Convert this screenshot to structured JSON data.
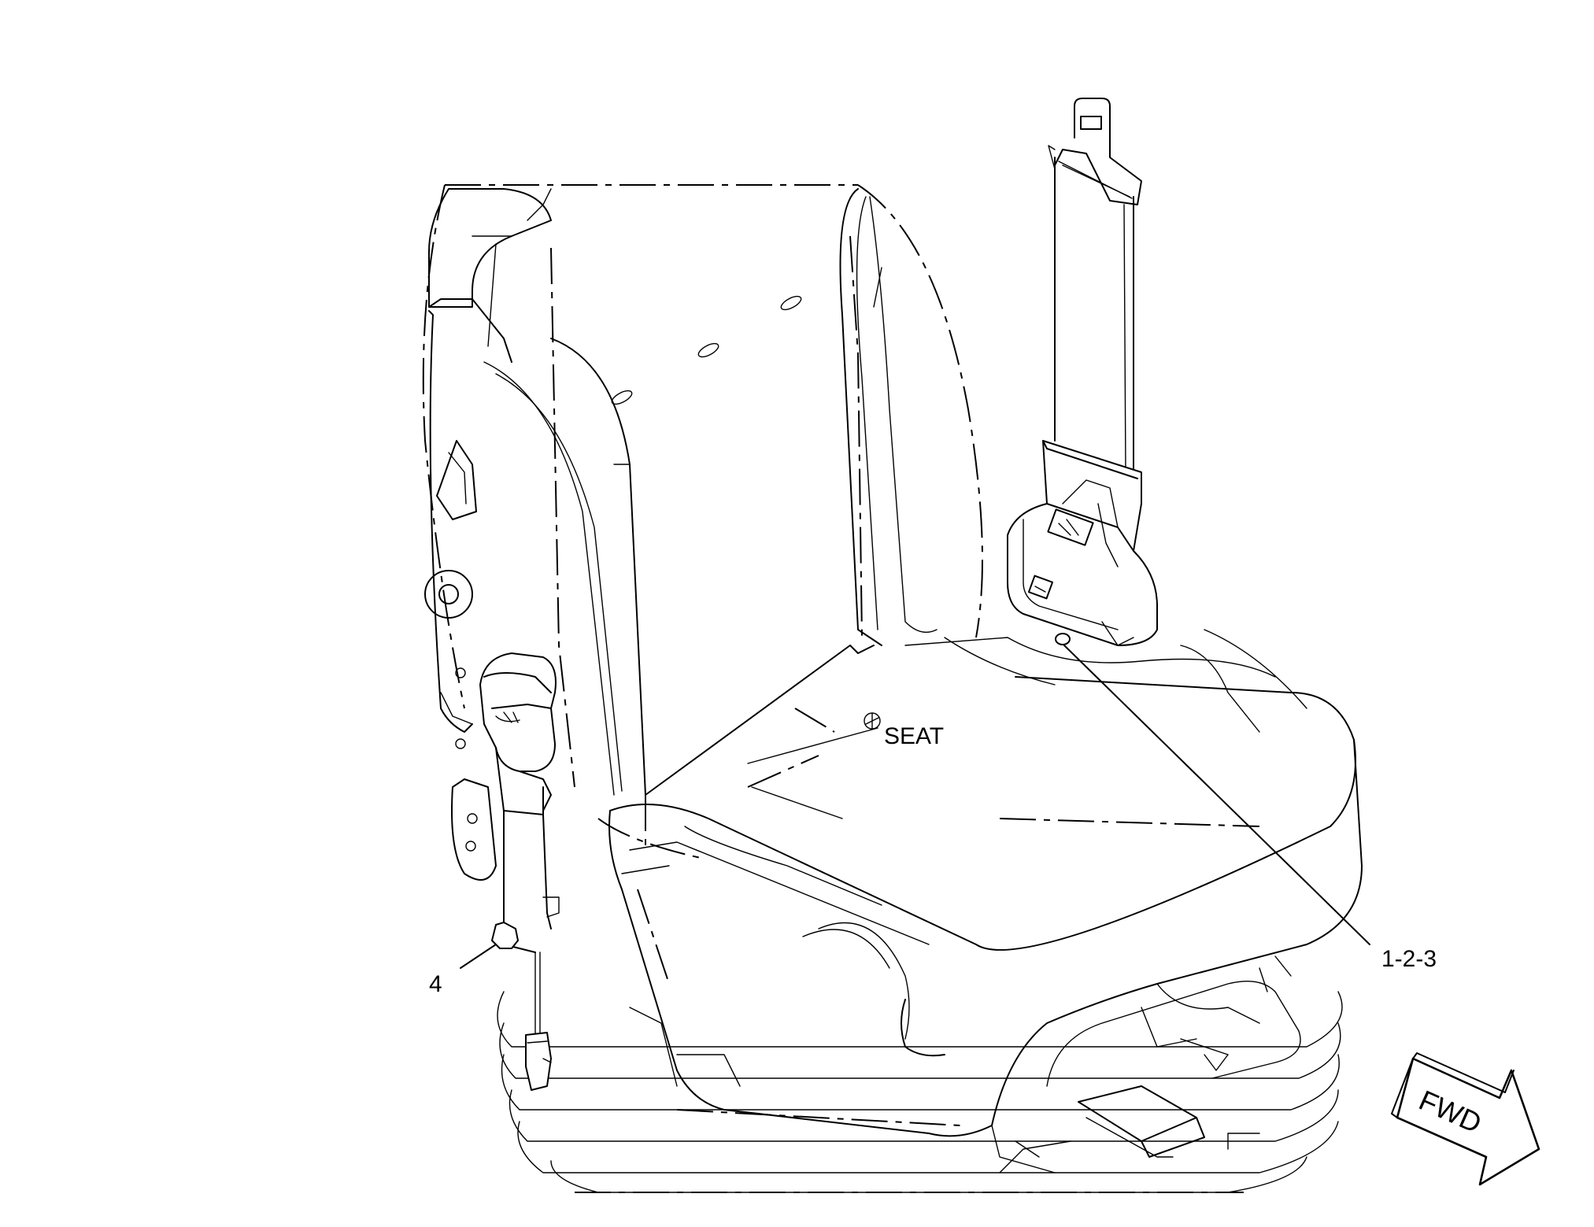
{
  "callouts": {
    "item_4": "4",
    "item_123": "1-2-3",
    "seat": "SEAT"
  },
  "direction_arrow": {
    "label": "FWD"
  },
  "colors": {
    "line": "#000000",
    "background": "#ffffff"
  }
}
